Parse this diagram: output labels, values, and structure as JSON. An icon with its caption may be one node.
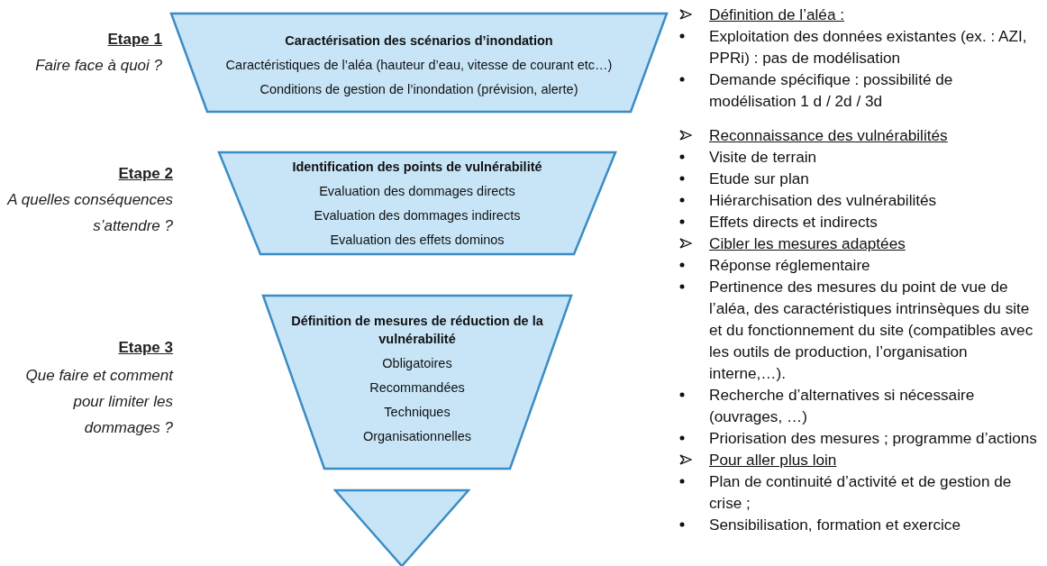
{
  "diagram": {
    "nodes": [
      {
        "text": [
          "Caractérisation des scénarios d’inondation",
          "Caractéristiques de l’aléa (hauteur d’eau, vitesse de courant etc…)",
          "Conditions de gestion de l’inondation (prévision, alerte)"
        ]
      },
      {
        "text": [
          "Identification des points de vulnérabilité",
          "Evaluation des dommages directs",
          "Evaluation des dommages indirects",
          "Evaluation des effets dominos"
        ]
      },
      {
        "text": [
          "Définition de mesures de réduction de la vulnérabilité",
          "Obligatoires",
          "Recommandées",
          "Techniques",
          "Organisationnelles"
        ]
      },
      {
        "text": [],
        "shape": "triangle"
      }
    ],
    "edges": [],
    "labels": [
      "Etape 1",
      "Faire face à quoi ?",
      "Etape 2",
      "A quelles conséquences s’attendre ?",
      "Etape 3",
      "Que faire et comment pour limiter les dommages ?",
      "Définition de l’aléa :",
      "Exploitation des données existantes (ex. : AZI, PPRi) : pas de modélisation",
      "Demande spécifique : possibilité de modélisation 1 d / 2d / 3d",
      "Reconnaissance des vulnérabilités",
      "Visite de terrain",
      "Etude sur plan",
      "Hiérarchisation des vulnérabilités",
      "Effets directs et indirects",
      "Cibler les mesures adaptées",
      "Réponse réglementaire",
      "Pertinence des mesures du point de vue de l’aléa, des caractéristiques intrinsèques du site et du fonctionnement du site (compatibles avec les outils de production, l’organisation interne,…).",
      "Recherche d’alternatives si nécessaire (ouvrages, …)",
      "Priorisation des mesures ; programme d’actions",
      "Pour aller plus loin",
      "Plan de continuité d’activité et de gestion de crise ;",
      "Sensibilisation, formation et exercice"
    ]
  }
}
